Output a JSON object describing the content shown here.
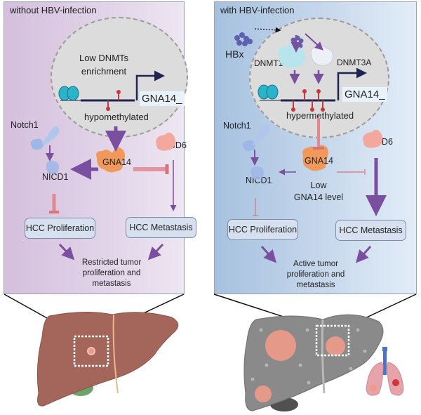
{
  "left_panel": {
    "title": "without HBV-infection",
    "nucleus_label_line1": "Low DNMTs",
    "nucleus_label_line2": "enrichment",
    "gene": "GNA14_",
    "methylation_state": "hypomethylated",
    "notch": "Notch1",
    "nicd": "NICD1",
    "jmjd": "JMJD6",
    "gna_protein": "GNA14",
    "proliferation": "HCC Proliferation",
    "metastasis": "HCC Metastasis",
    "outcome_line1": "Restricted tumor",
    "outcome_line2": "proliferation and",
    "outcome_line3": "metastasis"
  },
  "right_panel": {
    "title": "with HBV-infection",
    "hbx": "HBx",
    "dnmt1": "DNMT1",
    "dnmt3a": "DNMT3A",
    "gene": "GNA14_",
    "methylation_state": "hypermethylated",
    "notch": "Notch1",
    "nicd": "NICD1",
    "jmjd": "JMJD6",
    "gna_protein": "GNA14",
    "gna_level_line1": "Low",
    "gna_level_line2": "GNA14 level",
    "proliferation": "HCC Proliferation",
    "metastasis": "HCC Metastasis",
    "outcome_line1": "Active  tumor",
    "outcome_line2": "proliferation and",
    "outcome_line3": "metastasis"
  },
  "colors": {
    "activation_arrow": "#7b4fa0",
    "inhibition": "#d9737a",
    "liver_healthy": "#a4665a",
    "liver_diseased": "#8a8a8a",
    "tumor": "#ee9a88",
    "gna14_protein": "#f1995a",
    "jmjd6_protein": "#f2a89c",
    "notch_protein": "#9db7e6",
    "dna": "#1f2450",
    "methyl": "#c9373d",
    "nucleosome": "#2ab3c9"
  }
}
